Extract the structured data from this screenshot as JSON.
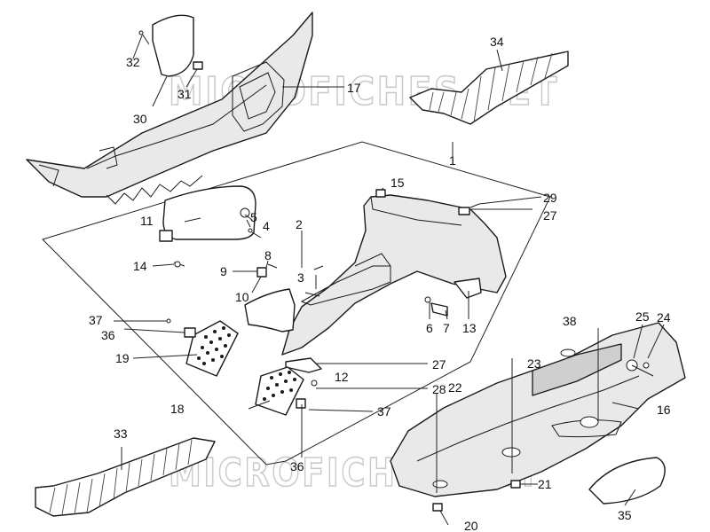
{
  "watermark": "MICROFICHES.NET",
  "callouts": {
    "c1": "1",
    "c2": "2",
    "c3": "3",
    "c4": "4",
    "c5": "5",
    "c6": "6",
    "c7": "7",
    "c8": "8",
    "c9": "9",
    "c10": "10",
    "c11": "11",
    "c12": "12",
    "c13": "13",
    "c14": "14",
    "c15": "15",
    "c16": "16",
    "c17": "17",
    "c18": "18",
    "c19": "19",
    "c20": "20",
    "c21": "21",
    "c22": "22",
    "c23": "23",
    "c24": "24",
    "c25": "25",
    "c27a": "27",
    "c27b": "27",
    "c28": "28",
    "c29": "29",
    "c30": "30",
    "c31": "31",
    "c32": "32",
    "c33": "33",
    "c34": "34",
    "c35": "35",
    "c36a": "36",
    "c36b": "36",
    "c37a": "37",
    "c37b": "37",
    "c38": "38"
  }
}
